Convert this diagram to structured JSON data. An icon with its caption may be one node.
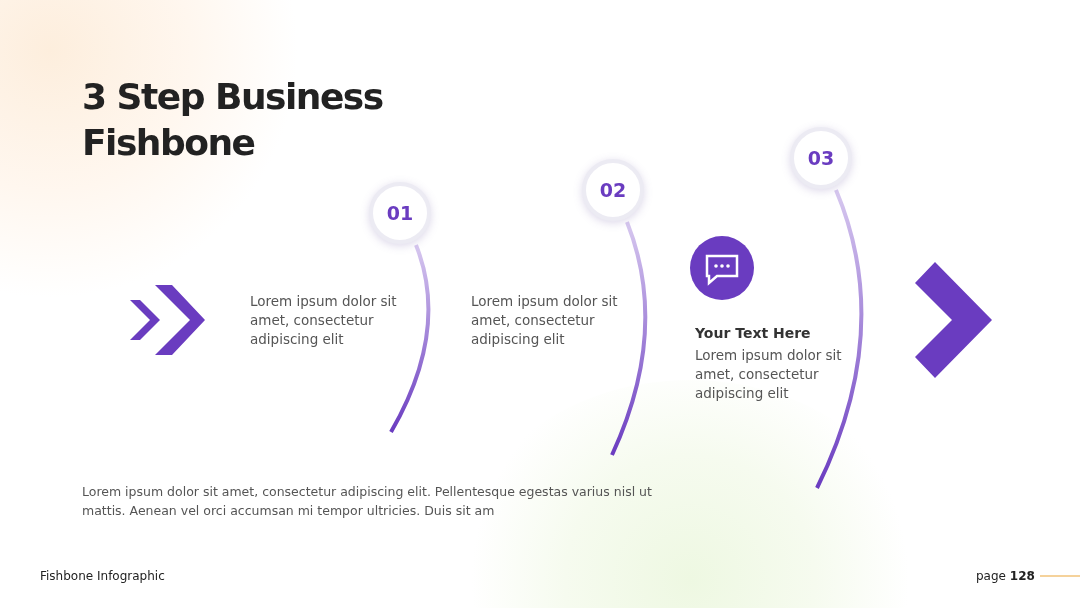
{
  "diagram": {
    "title": "3 Step Business Fishbone",
    "nodes": [
      {
        "text": [
          "01"
        ]
      },
      {
        "text": [
          "02"
        ]
      },
      {
        "text": [
          "03"
        ]
      }
    ],
    "labels": [
      "Lorem ipsum dolor sit amet, consectetur adipiscing elit",
      "Lorem ipsum dolor sit amet, consectetur adipiscing elit",
      "Your Text Here",
      "Lorem ipsum dolor sit amet, consectetur adipiscing elit",
      "Lorem ipsum dolor sit amet, consectetur adipiscing elit. Pellentesque egestas varius nisl ut mattis. Aenean vel orci accumsan mi tempor ultricies. Duis sit am",
      "Fishbone Infographic",
      "page **128**"
    ]
  }
}
